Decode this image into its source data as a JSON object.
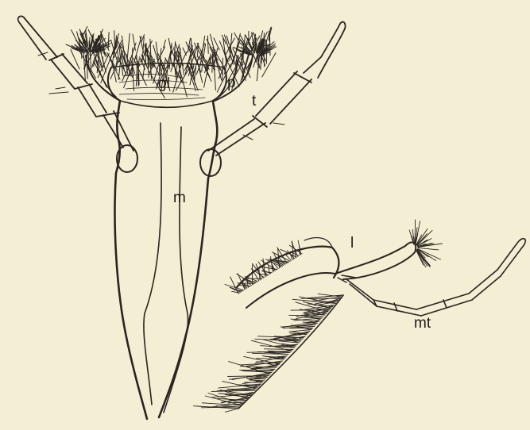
{
  "figure": {
    "background_color": "#f4eed4",
    "ink_color": "#2a2520",
    "labels": {
      "glossa": "gl",
      "paraglossa": "p",
      "palp": "t",
      "mentum": "m",
      "lobe": "l",
      "maxillary_palp": "mt"
    }
  }
}
